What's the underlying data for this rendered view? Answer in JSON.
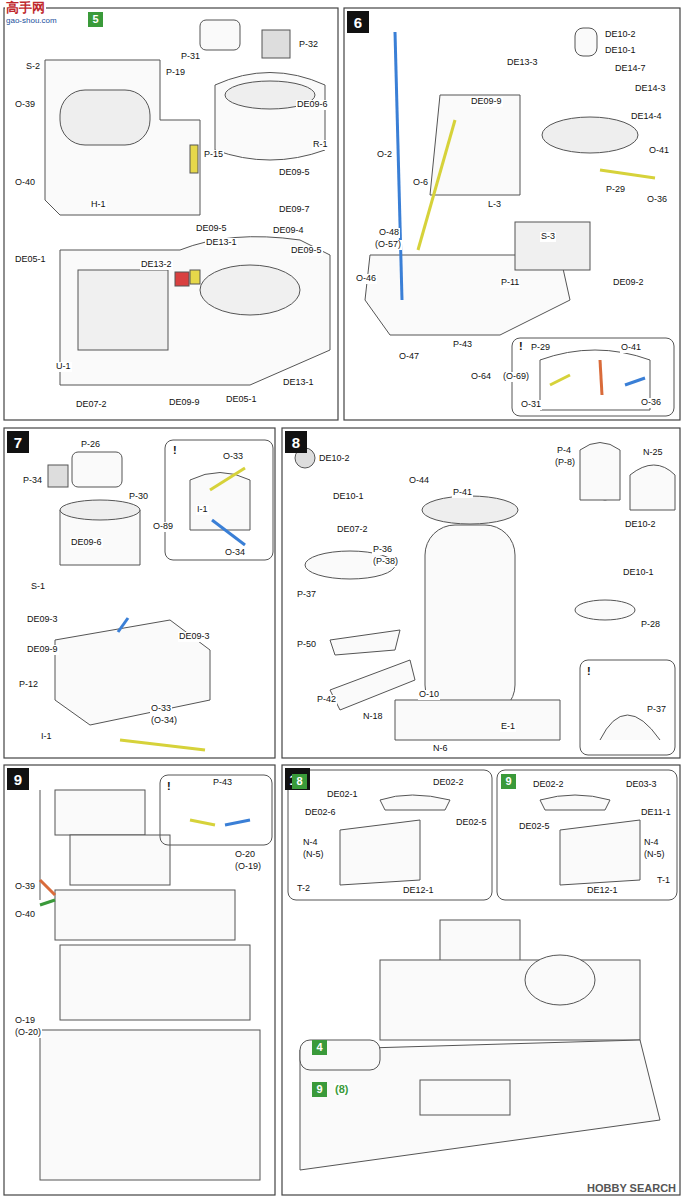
{
  "diagram": {
    "nodes": [
      {
        "text": [
          "5"
        ]
      },
      {
        "text": [
          "6"
        ]
      },
      {
        "text": [
          "7"
        ]
      },
      {
        "text": [
          "8"
        ]
      },
      {
        "text": [
          "9"
        ]
      },
      {
        "text": [
          "10"
        ]
      },
      {
        "text": [
          "8"
        ]
      },
      {
        "text": [
          "9"
        ]
      },
      {
        "text": [
          "4"
        ]
      },
      {
        "text": [
          "9"
        ]
      }
    ],
    "labels": [
      "高手网",
      "gao-shou.com",
      "P-31",
      "P-32",
      "S-2",
      "P-19",
      "DE09-6",
      "O-39",
      "R-1",
      "O-40",
      "P-15",
      "H-1",
      "DE09-5",
      "DE09-5",
      "DE09-7",
      "DE09-4",
      "DE09-5",
      "DE13-1",
      "DE13-2",
      "DE05-1",
      "U-1",
      "DE07-2",
      "DE09-9",
      "DE05-1",
      "DE13-1",
      "DE10-2",
      "DE10-1",
      "DE13-3",
      "DE14-7",
      "DE14-3",
      "O-2",
      "DE09-9",
      "DE14-4",
      "O-6",
      "O-41",
      "L-3",
      "P-29",
      "O-36",
      "S-3",
      "O-48",
      "(O-57)",
      "P-11",
      "DE09-2",
      "O-46",
      "P-43",
      "O-47",
      "O-64",
      "(O-69)",
      "P-29",
      "O-41",
      "O-31",
      "O-36",
      "!",
      "P-26",
      "P-34",
      "P-30",
      "O-89",
      "DE09-6",
      "S-1",
      "DE09-3",
      "DE09-9",
      "DE09-3",
      "P-12",
      "I-1",
      "O-33",
      "(O-34)",
      "!",
      "O-33",
      "I-1",
      "O-34",
      "DE10-2",
      "DE10-1",
      "O-44",
      "DE07-2",
      "P-36",
      "(P-38)",
      "P-37",
      "P-41",
      "P-4",
      "(P-8)",
      "N-25",
      "DE10-2",
      "DE10-1",
      "P-28",
      "P-50",
      "P-42",
      "N-18",
      "O-10",
      "E-1",
      "N-6",
      "!",
      "P-37",
      "!",
      "P-43",
      "O-20",
      "(O-19)",
      "O-39",
      "O-40",
      "O-19",
      "(O-20)",
      "DE02-2",
      "DE02-1",
      "DE02-6",
      "DE02-5",
      "N-4",
      "(N-5)",
      "T-2",
      "DE12-1",
      "DE02-2",
      "DE03-3",
      "DE11-1",
      "DE02-5",
      "N-4",
      "(N-5)",
      "T-1",
      "DE12-1",
      "HOBBY SEARCH",
      "(8)"
    ]
  }
}
